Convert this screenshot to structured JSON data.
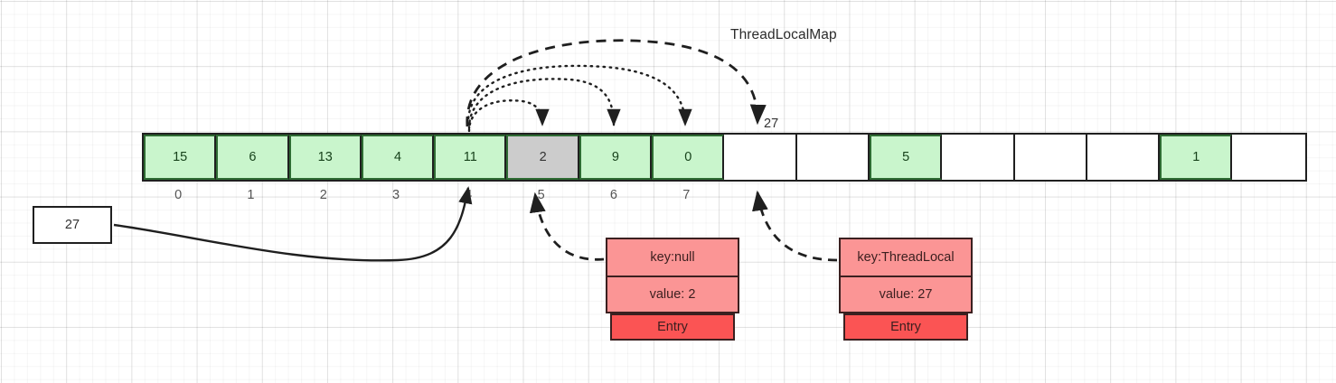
{
  "diagram": {
    "title": "ThreadLocalMap",
    "colors": {
      "filled_cell": "#c9f5cc",
      "stale_cell": "#cccccc",
      "empty_cell": "#ffffff",
      "entry_field": "#fb9595",
      "entry_tag": "#fb5454",
      "stroke": "#1f1f1f"
    }
  },
  "array": {
    "name": "table",
    "cells": [
      {
        "index": "0",
        "value": "15",
        "state": "filled"
      },
      {
        "index": "1",
        "value": "6",
        "state": "filled"
      },
      {
        "index": "2",
        "value": "13",
        "state": "filled"
      },
      {
        "index": "3",
        "value": "4",
        "state": "filled"
      },
      {
        "index": "4",
        "value": "11",
        "state": "filled"
      },
      {
        "index": "5",
        "value": "2",
        "state": "stale"
      },
      {
        "index": "6",
        "value": "9",
        "state": "filled"
      },
      {
        "index": "7",
        "value": "0",
        "state": "filled"
      },
      {
        "index": "8",
        "value": "",
        "state": "empty"
      },
      {
        "index": "9",
        "value": "",
        "state": "empty"
      },
      {
        "index": "10",
        "value": "5",
        "state": "filled"
      },
      {
        "index": "11",
        "value": "",
        "state": "empty"
      },
      {
        "index": "12",
        "value": "",
        "state": "empty"
      },
      {
        "index": "13",
        "value": "",
        "state": "empty"
      },
      {
        "index": "14",
        "value": "1",
        "state": "filled"
      },
      {
        "index": "15",
        "value": "",
        "state": "empty"
      }
    ],
    "visible_index_labels": [
      "0",
      "1",
      "2",
      "3",
      "4",
      "5",
      "6",
      "7"
    ]
  },
  "value_box": {
    "label": "27"
  },
  "arrow_label": {
    "text": "27"
  },
  "entries": [
    {
      "id": "entry-left",
      "key": "key:null",
      "value": "value: 2",
      "tag": "Entry"
    },
    {
      "id": "entry-right",
      "key": "key:ThreadLocal",
      "value": "value: 27",
      "tag": "Entry"
    }
  ]
}
